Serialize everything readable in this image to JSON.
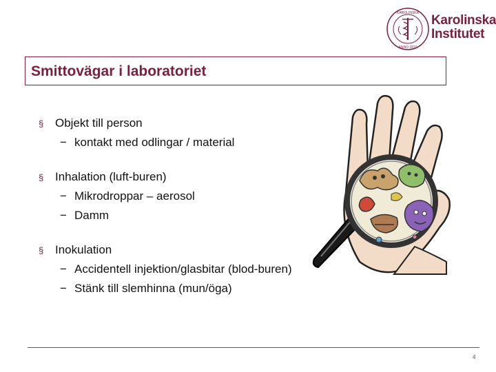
{
  "logo": {
    "line1": "Karolinska",
    "line2": "Institutet",
    "seal_text": "KAROLINSKA INSTITUTET · ANNO 1810",
    "accent_color": "#7b1f3b"
  },
  "title": "Smittovägar i laboratoriet",
  "bullets": [
    {
      "text": "Objekt till person",
      "sub": [
        "kontakt med odlingar / material"
      ]
    },
    {
      "text": "Inhalation (luft-buren)",
      "sub": [
        "Mikrodroppar – aerosol",
        "Damm"
      ]
    },
    {
      "text": "Inokulation",
      "sub": [
        "Accidentell injektion/glasbitar (blod-buren)",
        "Stänk till slemhinna (mun/öga)"
      ]
    }
  ],
  "bullet_symbol": "§",
  "dash_symbol": "−",
  "page_number": "4"
}
